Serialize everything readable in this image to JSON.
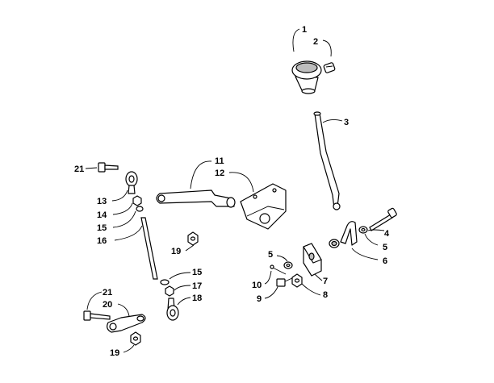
{
  "diagram": {
    "callouts": [
      {
        "id": "c1",
        "text": "1"
      },
      {
        "id": "c2",
        "text": "2"
      },
      {
        "id": "c3",
        "text": "3"
      },
      {
        "id": "c4",
        "text": "4"
      },
      {
        "id": "c5a",
        "text": "5"
      },
      {
        "id": "c5b",
        "text": "5"
      },
      {
        "id": "c6",
        "text": "6"
      },
      {
        "id": "c7",
        "text": "7"
      },
      {
        "id": "c8",
        "text": "8"
      },
      {
        "id": "c9",
        "text": "9"
      },
      {
        "id": "c10",
        "text": "10"
      },
      {
        "id": "c11",
        "text": "11"
      },
      {
        "id": "c12",
        "text": "12"
      },
      {
        "id": "c13",
        "text": "13"
      },
      {
        "id": "c14",
        "text": "14"
      },
      {
        "id": "c15a",
        "text": "15"
      },
      {
        "id": "c15b",
        "text": "15"
      },
      {
        "id": "c16",
        "text": "16"
      },
      {
        "id": "c17",
        "text": "17"
      },
      {
        "id": "c18",
        "text": "18"
      },
      {
        "id": "c19a",
        "text": "19"
      },
      {
        "id": "c19b",
        "text": "19"
      },
      {
        "id": "c20",
        "text": "20"
      },
      {
        "id": "c21a",
        "text": "21"
      },
      {
        "id": "c21b",
        "text": "21"
      }
    ]
  }
}
